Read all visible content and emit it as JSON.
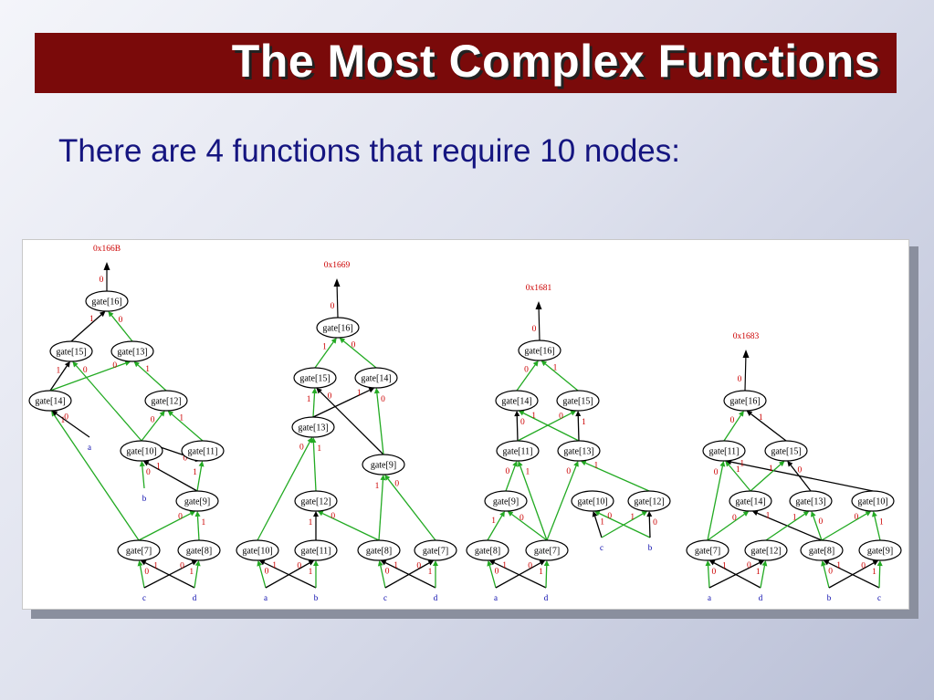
{
  "slide": {
    "title": "The Most Complex Functions",
    "subtitle": "There are 4 functions that require 10 nodes:"
  },
  "colors": {
    "title_bg": "#7a0a0a",
    "subtitle": "#151580",
    "edge_zero": "#22aa22",
    "edge_one": "#000000",
    "edge_label": "#cc0000",
    "leaf_label": "#0000aa"
  },
  "diagrams": [
    {
      "root": "0x166B",
      "root_edge_label": "0",
      "nodes": [
        "gate[16]",
        "gate[15]",
        "gate[13]",
        "gate[14]",
        "gate[12]",
        "gate[10]",
        "gate[11]",
        "gate[9]",
        "gate[7]",
        "gate[8]"
      ],
      "leaves": [
        "a",
        "b",
        "c",
        "d"
      ],
      "edges": [
        {
          "from": "gate[15]",
          "to": "gate[16]",
          "label": "1",
          "color": "black"
        },
        {
          "from": "gate[13]",
          "to": "gate[16]",
          "label": "0",
          "color": "green"
        },
        {
          "from": "gate[14]",
          "to": "gate[15]",
          "label": "1",
          "color": "black"
        },
        {
          "from": "gate[10]",
          "to": "gate[15]",
          "label": "0",
          "color": "green"
        },
        {
          "from": "gate[14]",
          "to": "gate[13]",
          "label": "0",
          "color": "green"
        },
        {
          "from": "gate[12]",
          "to": "gate[13]",
          "label": "1",
          "color": "green"
        },
        {
          "from": "gate[7]",
          "to": "gate[14]",
          "label": "1",
          "color": "green"
        },
        {
          "from": "a",
          "to": "gate[14]",
          "label": "0",
          "color": "black"
        },
        {
          "from": "gate[10]",
          "to": "gate[12]",
          "label": "0",
          "color": "green"
        },
        {
          "from": "gate[11]",
          "to": "gate[12]",
          "label": "1",
          "color": "green"
        },
        {
          "from": "b",
          "to": "gate[10]",
          "label": "0",
          "color": "green"
        },
        {
          "from": "gate[9]",
          "to": "gate[10]",
          "label": "1",
          "color": "black"
        },
        {
          "from": "gate[10]",
          "to": "gate[11]",
          "label": "0",
          "color": "black"
        },
        {
          "from": "gate[9]",
          "to": "gate[11]",
          "label": "1",
          "color": "green"
        },
        {
          "from": "gate[7]",
          "to": "gate[9]",
          "label": "0",
          "color": "green"
        },
        {
          "from": "gate[8]",
          "to": "gate[9]",
          "label": "1",
          "color": "green"
        },
        {
          "from": "c",
          "to": "gate[7]",
          "label": "0",
          "color": "green"
        },
        {
          "from": "d",
          "to": "gate[7]",
          "label": "1",
          "color": "black"
        },
        {
          "from": "c",
          "to": "gate[8]",
          "label": "0",
          "color": "black"
        },
        {
          "from": "d",
          "to": "gate[8]",
          "label": "1",
          "color": "green"
        }
      ]
    },
    {
      "root": "0x1669",
      "root_edge_label": "0",
      "nodes": [
        "gate[16]",
        "gate[15]",
        "gate[14]",
        "gate[13]",
        "gate[9]",
        "gate[12]",
        "gate[10]",
        "gate[11]",
        "gate[8]",
        "gate[7]"
      ],
      "leaves": [
        "a",
        "b",
        "c",
        "d"
      ],
      "edges": [
        {
          "from": "gate[15]",
          "to": "gate[16]",
          "label": "1",
          "color": "green"
        },
        {
          "from": "gate[14]",
          "to": "gate[16]",
          "label": "0",
          "color": "green"
        },
        {
          "from": "gate[13]",
          "to": "gate[15]",
          "label": "1",
          "color": "green"
        },
        {
          "from": "gate[9]",
          "to": "gate[15]",
          "label": "0",
          "color": "black"
        },
        {
          "from": "gate[13]",
          "to": "gate[14]",
          "label": "1",
          "color": "black"
        },
        {
          "from": "gate[9]",
          "to": "gate[14]",
          "label": "0",
          "color": "green"
        },
        {
          "from": "gate[10]",
          "to": "gate[13]",
          "label": "0",
          "color": "green"
        },
        {
          "from": "gate[12]",
          "to": "gate[13]",
          "label": "1",
          "color": "green"
        },
        {
          "from": "gate[8]",
          "to": "gate[9]",
          "label": "1",
          "color": "green"
        },
        {
          "from": "gate[7]",
          "to": "gate[9]",
          "label": "0",
          "color": "green"
        },
        {
          "from": "gate[11]",
          "to": "gate[12]",
          "label": "1",
          "color": "black"
        },
        {
          "from": "gate[8]",
          "to": "gate[12]",
          "label": "0",
          "color": "green"
        },
        {
          "from": "a",
          "to": "gate[10]",
          "label": "0",
          "color": "green"
        },
        {
          "from": "b",
          "to": "gate[10]",
          "label": "1",
          "color": "black"
        },
        {
          "from": "a",
          "to": "gate[11]",
          "label": "0",
          "color": "black"
        },
        {
          "from": "b",
          "to": "gate[11]",
          "label": "1",
          "color": "green"
        },
        {
          "from": "c",
          "to": "gate[8]",
          "label": "0",
          "color": "green"
        },
        {
          "from": "d",
          "to": "gate[8]",
          "label": "1",
          "color": "black"
        },
        {
          "from": "c",
          "to": "gate[7]",
          "label": "0",
          "color": "black"
        },
        {
          "from": "d",
          "to": "gate[7]",
          "label": "1",
          "color": "green"
        }
      ]
    },
    {
      "root": "0x1681",
      "root_edge_label": "0",
      "nodes": [
        "gate[16]",
        "gate[14]",
        "gate[15]",
        "gate[11]",
        "gate[13]",
        "gate[9]",
        "gate[10]",
        "gate[12]",
        "gate[8]",
        "gate[7]"
      ],
      "leaves": [
        "a",
        "d",
        "c",
        "b"
      ],
      "edges": [
        {
          "from": "gate[14]",
          "to": "gate[16]",
          "label": "0",
          "color": "green"
        },
        {
          "from": "gate[15]",
          "to": "gate[16]",
          "label": "1",
          "color": "green"
        },
        {
          "from": "gate[11]",
          "to": "gate[14]",
          "label": "0",
          "color": "black"
        },
        {
          "from": "gate[13]",
          "to": "gate[14]",
          "label": "1",
          "color": "green"
        },
        {
          "from": "gate[11]",
          "to": "gate[15]",
          "label": "0",
          "color": "green"
        },
        {
          "from": "gate[13]",
          "to": "gate[15]",
          "label": "1",
          "color": "black"
        },
        {
          "from": "gate[9]",
          "to": "gate[11]",
          "label": "0",
          "color": "green"
        },
        {
          "from": "gate[7]",
          "to": "gate[11]",
          "label": "1",
          "color": "green"
        },
        {
          "from": "gate[7]",
          "to": "gate[13]",
          "label": "0",
          "color": "green"
        },
        {
          "from": "gate[12]",
          "to": "gate[13]",
          "label": "1",
          "color": "green"
        },
        {
          "from": "gate[8]",
          "to": "gate[9]",
          "label": "1",
          "color": "green"
        },
        {
          "from": "gate[7]",
          "to": "gate[9]",
          "label": "0",
          "color": "green"
        },
        {
          "from": "c",
          "to": "gate[10]",
          "label": "1",
          "color": "black"
        },
        {
          "from": "b",
          "to": "gate[10]",
          "label": "0",
          "color": "green"
        },
        {
          "from": "c",
          "to": "gate[12]",
          "label": "1",
          "color": "green"
        },
        {
          "from": "b",
          "to": "gate[12]",
          "label": "0",
          "color": "black"
        },
        {
          "from": "a",
          "to": "gate[8]",
          "label": "0",
          "color": "green"
        },
        {
          "from": "d",
          "to": "gate[8]",
          "label": "1",
          "color": "black"
        },
        {
          "from": "a",
          "to": "gate[7]",
          "label": "0",
          "color": "black"
        },
        {
          "from": "d",
          "to": "gate[7]",
          "label": "1",
          "color": "green"
        }
      ]
    },
    {
      "root": "0x1683",
      "root_edge_label": "0",
      "nodes": [
        "gate[16]",
        "gate[11]",
        "gate[15]",
        "gate[14]",
        "gate[13]",
        "gate[10]",
        "gate[7]",
        "gate[12]",
        "gate[8]",
        "gate[9]"
      ],
      "leaves": [
        "a",
        "d",
        "b",
        "c"
      ],
      "edges": [
        {
          "from": "gate[11]",
          "to": "gate[16]",
          "label": "0",
          "color": "green"
        },
        {
          "from": "gate[15]",
          "to": "gate[16]",
          "label": "1",
          "color": "black"
        },
        {
          "from": "gate[7]",
          "to": "gate[11]",
          "label": "0",
          "color": "green"
        },
        {
          "from": "gate[14]",
          "to": "gate[11]",
          "label": "1",
          "color": "green"
        },
        {
          "from": "gate[10]",
          "to": "gate[11]",
          "label": "1",
          "color": "black"
        },
        {
          "from": "gate[14]",
          "to": "gate[15]",
          "label": "1",
          "color": "green"
        },
        {
          "from": "gate[13]",
          "to": "gate[15]",
          "label": "0",
          "color": "black"
        },
        {
          "from": "gate[7]",
          "to": "gate[14]",
          "label": "0",
          "color": "green"
        },
        {
          "from": "gate[8]",
          "to": "gate[14]",
          "label": "1",
          "color": "black"
        },
        {
          "from": "gate[12]",
          "to": "gate[13]",
          "label": "1",
          "color": "green"
        },
        {
          "from": "gate[8]",
          "to": "gate[13]",
          "label": "0",
          "color": "green"
        },
        {
          "from": "gate[8]",
          "to": "gate[10]",
          "label": "0",
          "color": "green"
        },
        {
          "from": "gate[9]",
          "to": "gate[10]",
          "label": "1",
          "color": "green"
        },
        {
          "from": "a",
          "to": "gate[7]",
          "label": "0",
          "color": "green"
        },
        {
          "from": "d",
          "to": "gate[7]",
          "label": "1",
          "color": "black"
        },
        {
          "from": "a",
          "to": "gate[12]",
          "label": "0",
          "color": "black"
        },
        {
          "from": "d",
          "to": "gate[12]",
          "label": "1",
          "color": "green"
        },
        {
          "from": "b",
          "to": "gate[8]",
          "label": "0",
          "color": "green"
        },
        {
          "from": "c",
          "to": "gate[8]",
          "label": "1",
          "color": "black"
        },
        {
          "from": "b",
          "to": "gate[9]",
          "label": "0",
          "color": "black"
        },
        {
          "from": "c",
          "to": "gate[9]",
          "label": "1",
          "color": "green"
        }
      ]
    }
  ]
}
